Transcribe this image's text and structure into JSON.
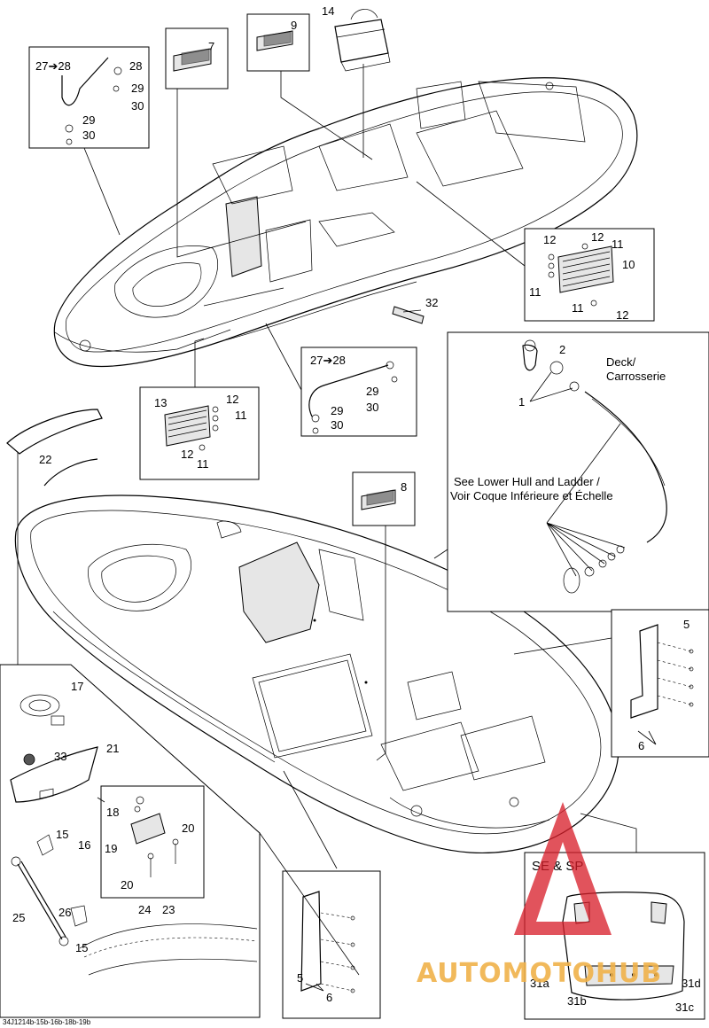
{
  "callouts": [
    {
      "id": "c14",
      "text": "14"
    },
    {
      "id": "c9",
      "text": "9"
    },
    {
      "id": "c7",
      "text": "7"
    },
    {
      "id": "c27a",
      "text": "27➔28"
    },
    {
      "id": "c28a",
      "text": "28"
    },
    {
      "id": "c29a",
      "text": "29"
    },
    {
      "id": "c30a",
      "text": "30"
    },
    {
      "id": "c29b",
      "text": "29"
    },
    {
      "id": "c30b",
      "text": "30"
    },
    {
      "id": "c12a",
      "text": "12"
    },
    {
      "id": "c12b",
      "text": "12"
    },
    {
      "id": "c11a",
      "text": "11"
    },
    {
      "id": "c10",
      "text": "10"
    },
    {
      "id": "c11b",
      "text": "11"
    },
    {
      "id": "c11c",
      "text": "11"
    },
    {
      "id": "c12c",
      "text": "12"
    },
    {
      "id": "c32",
      "text": "32"
    },
    {
      "id": "c1",
      "text": "1"
    },
    {
      "id": "c2",
      "text": "2"
    },
    {
      "id": "c27b",
      "text": "27➔28"
    },
    {
      "id": "c29c",
      "text": "29"
    },
    {
      "id": "c30c",
      "text": "30"
    },
    {
      "id": "c29d",
      "text": "29"
    },
    {
      "id": "c30d",
      "text": "30"
    },
    {
      "id": "c13",
      "text": "13"
    },
    {
      "id": "c12d",
      "text": "12"
    },
    {
      "id": "c11d",
      "text": "11"
    },
    {
      "id": "c12e",
      "text": "12"
    },
    {
      "id": "c11e",
      "text": "11"
    },
    {
      "id": "c22",
      "text": "22"
    },
    {
      "id": "c8",
      "text": "8"
    },
    {
      "id": "c5a",
      "text": "5"
    },
    {
      "id": "c6a",
      "text": "6"
    },
    {
      "id": "c17",
      "text": "17"
    },
    {
      "id": "c33",
      "text": "33"
    },
    {
      "id": "c21",
      "text": "21"
    },
    {
      "id": "c15a",
      "text": "15"
    },
    {
      "id": "c16",
      "text": "16"
    },
    {
      "id": "c25",
      "text": "25"
    },
    {
      "id": "c26",
      "text": "26"
    },
    {
      "id": "c15b",
      "text": "15"
    },
    {
      "id": "c18",
      "text": "18"
    },
    {
      "id": "c19",
      "text": "19"
    },
    {
      "id": "c20a",
      "text": "20"
    },
    {
      "id": "c20b",
      "text": "20"
    },
    {
      "id": "c24",
      "text": "24"
    },
    {
      "id": "c23",
      "text": "23"
    },
    {
      "id": "c5b",
      "text": "5"
    },
    {
      "id": "c6b",
      "text": "6"
    },
    {
      "id": "c31a",
      "text": "31a"
    },
    {
      "id": "c31b",
      "text": "31b"
    },
    {
      "id": "c31c",
      "text": "31c"
    },
    {
      "id": "c31d",
      "text": "31d"
    }
  ],
  "notes": {
    "deck_line1": "Deck/",
    "deck_line2": "Carrosserie",
    "see_line1": "See Lower Hull and Ladder /",
    "see_line2": "Voir Coque Inférieure et Échelle"
  },
  "inset_label": "SE & SP",
  "reference_code": "34J1214b-15b-16b-18b-19b",
  "watermark": {
    "text": "AUTOMOTOHUB",
    "colors": {
      "main": "#f0b24a",
      "accent": "#d81e2a"
    }
  }
}
